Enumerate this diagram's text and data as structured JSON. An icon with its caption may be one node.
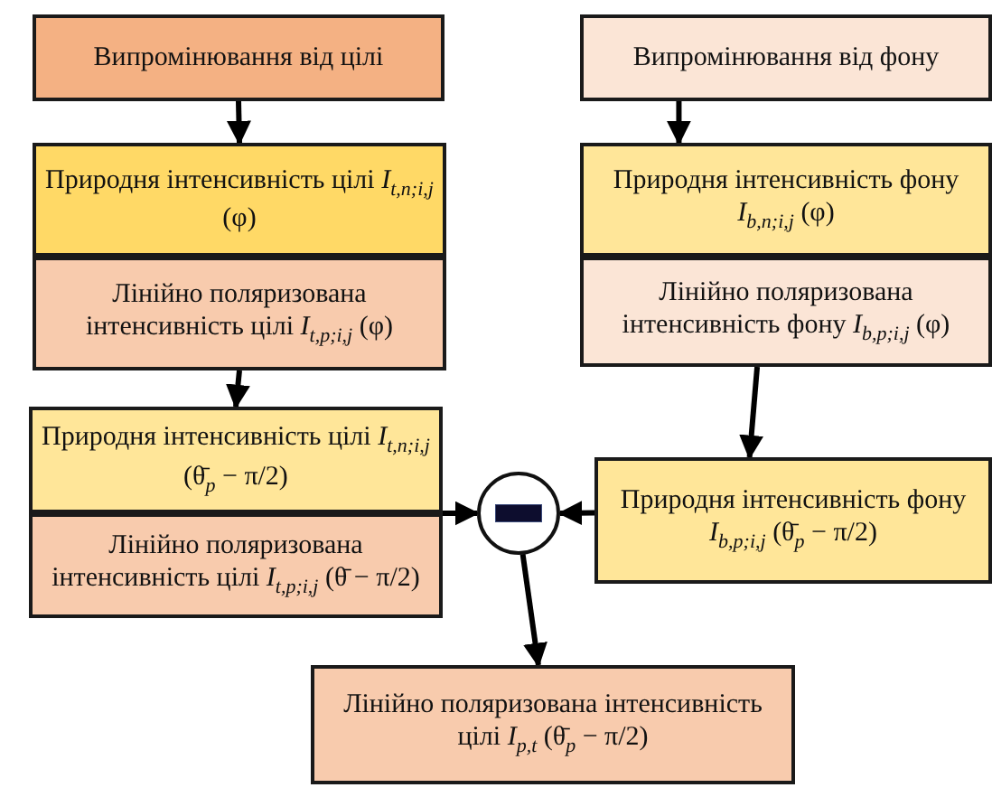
{
  "diagram": {
    "nodes": [
      {
        "text": [
          "Випромінювання від цілі"
        ]
      },
      {
        "text": [
          "Випромінювання від фону"
        ]
      },
      {
        "text": [
          "Природня інтенсивність цілі *I*$_{t,n;i,j}$ (φ)"
        ]
      },
      {
        "text": [
          "Лінійно поляризована інтенсивність цілі *I*$_{t,p;i,j}$ (φ)"
        ]
      },
      {
        "text": [
          "Природня інтенсивність фону *I*$_{b,n;i,j}$ (φ)"
        ]
      },
      {
        "text": [
          "Лінійно поляризована інтенсивність фону *I*$_{b,p;i,j}$ (φ)"
        ]
      },
      {
        "text": [
          "Природня інтенсивність цілі *I*$_{t,n;i,j}$ (θ̄$_{p}$ − π/2)"
        ]
      },
      {
        "text": [
          "Лінійно поляризована інтенсивність цілі *I*$_{t,p;i,j}$ (θ̄ − π/2)"
        ]
      },
      {
        "text": [],
        "shape": "circle"
      },
      {
        "text": [
          "Природня інтенсивність фону *I*$_{b,p;i,j}$ (θ̄$_{p}$ − π/2)"
        ]
      },
      {
        "text": [
          "Лінійно поляризована інтенсивність цілі *I*$_{p,t}$ (θ̄$_{p}$ − π/2)"
        ]
      }
    ],
    "edges": [
      {
        "from": 0,
        "to": 2,
        "arrow": "to"
      },
      {
        "from": 1,
        "to": 4,
        "arrow": "to"
      },
      {
        "from": 3,
        "to": 6,
        "arrow": "to"
      },
      {
        "from": 5,
        "to": 9,
        "arrow": "to"
      },
      {
        "from": 6,
        "to": 8,
        "arrow": "to"
      },
      {
        "from": 9,
        "to": 8,
        "arrow": "to"
      },
      {
        "from": 8,
        "to": 10,
        "arrow": "to"
      }
    ]
  }
}
